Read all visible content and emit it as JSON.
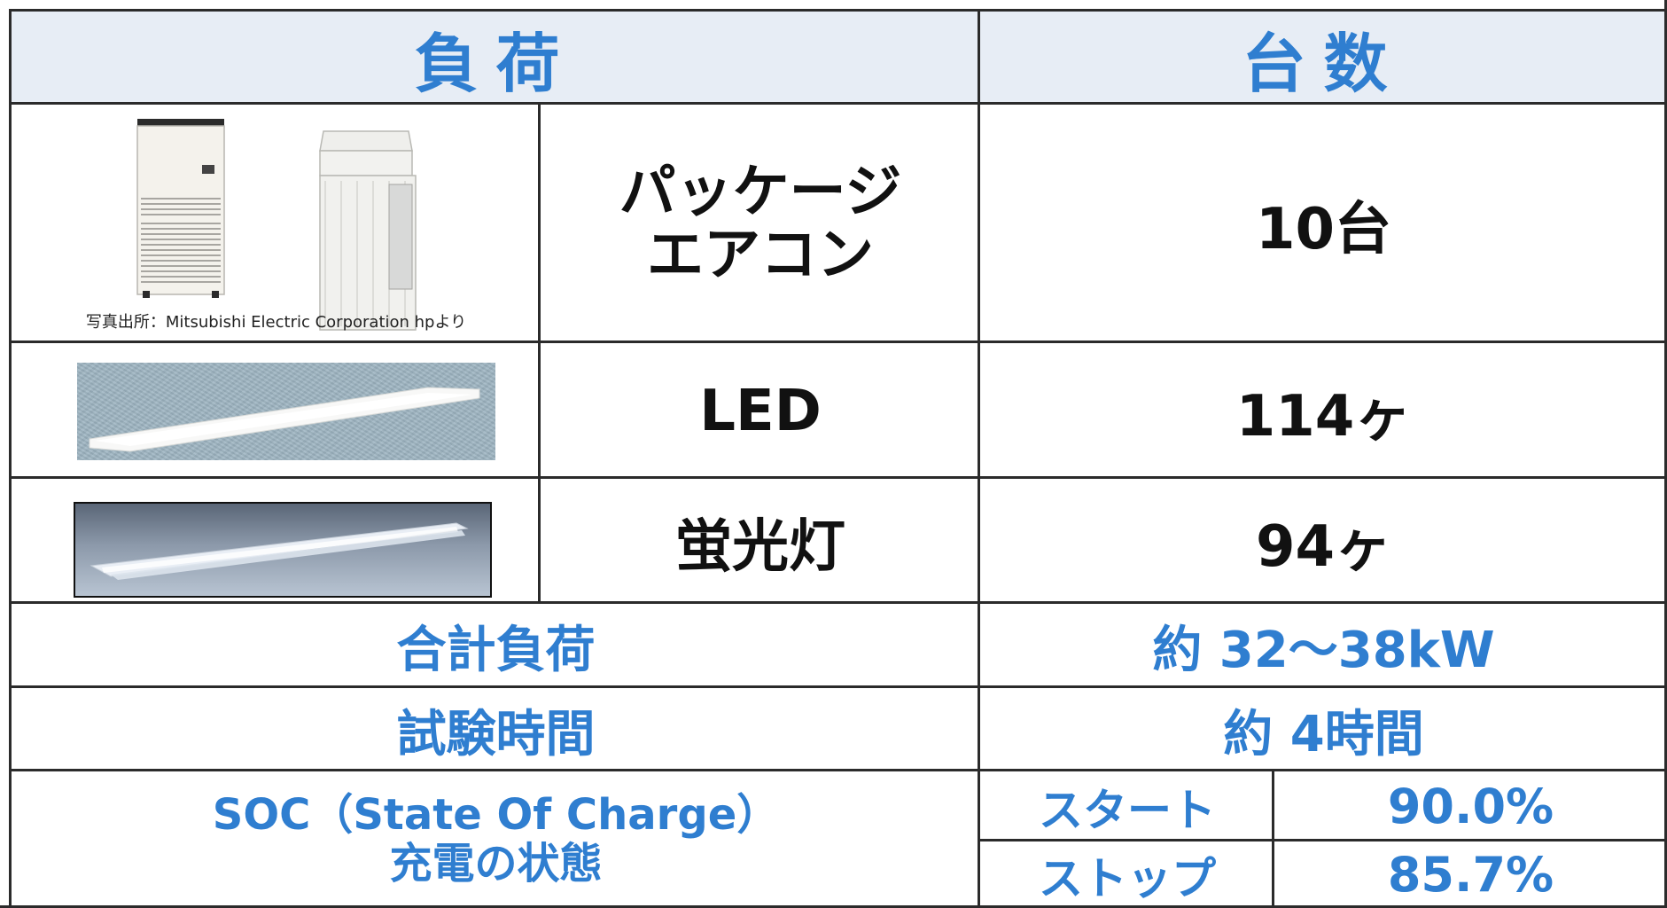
{
  "headers": {
    "load": "負荷",
    "count": "台数"
  },
  "rows": [
    {
      "name_lines": [
        "パッケージ",
        "エアコン"
      ],
      "count": "10台",
      "caption": "写真出所：Mitsubishi Electric Corporation hpより"
    },
    {
      "name": "LED",
      "count": "114ヶ"
    },
    {
      "name": "蛍光灯",
      "count": "94ヶ"
    }
  ],
  "summary": {
    "total_load_label": "合計負荷",
    "total_load_value": "約 32〜38kW",
    "test_time_label": "試験時間",
    "test_time_value": "約 4時間",
    "soc_label_1": "SOC（State Of Charge）",
    "soc_label_2": "充電の状態",
    "start_label": "スタート",
    "start_value": "90.0%",
    "stop_label": "ストップ",
    "stop_value": "85.7%"
  },
  "colors": {
    "accent_blue": "#2f7ed0",
    "header_bg": "#e7edf5",
    "border": "#2b2b2b",
    "text_black": "#111111"
  },
  "icons": {
    "aircon_image": "package-air-conditioner-units",
    "led_image": "led-fixture",
    "fluorescent_image": "fluorescent-fixture"
  }
}
